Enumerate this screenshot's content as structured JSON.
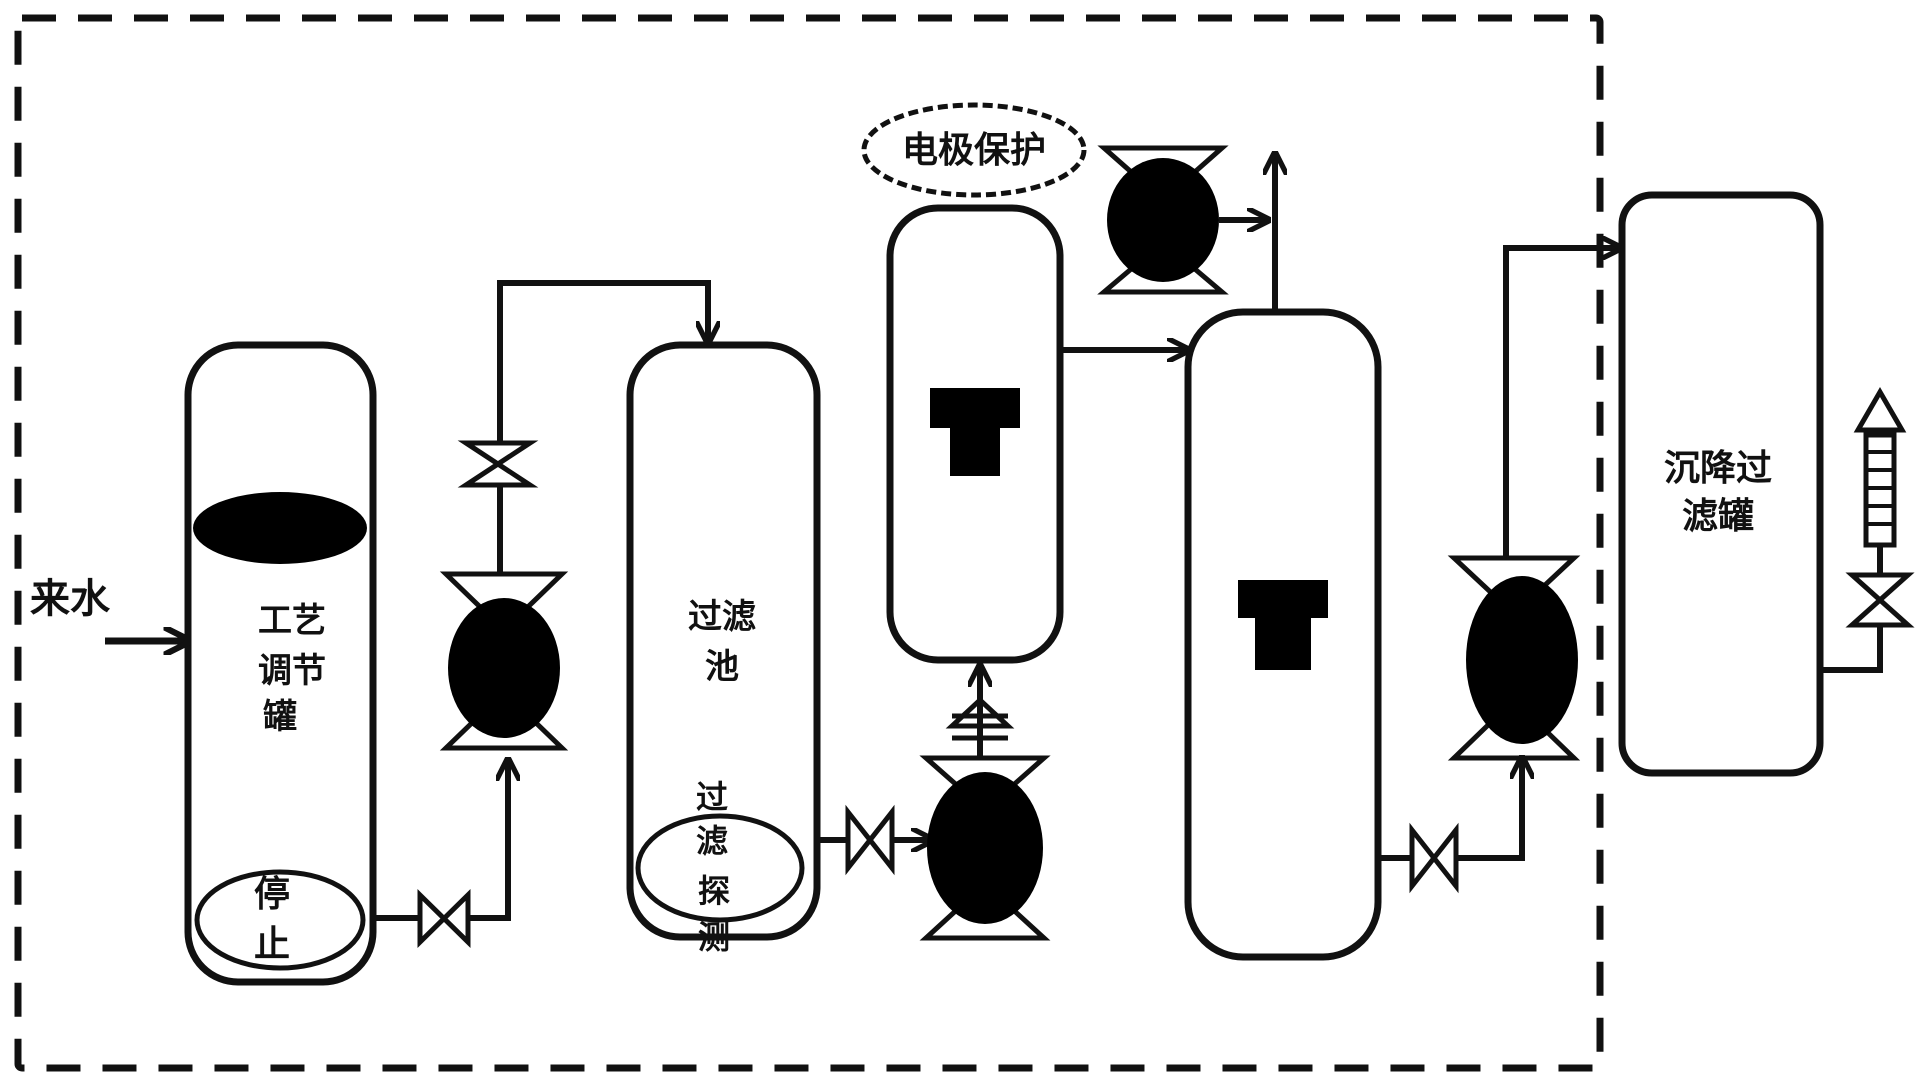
{
  "labels": {
    "inlet": "来水",
    "tank1_line1": "工艺",
    "tank1_line2": "调节",
    "tank1_line3": "罐",
    "tank1_bottom_line1": "停",
    "tank1_bottom_line2": "止",
    "tank2_line1": "过滤",
    "tank2_line2": "池",
    "tank2_bottom_line1": "过",
    "tank2_bottom_line2": "滤",
    "tank2_bottom_line3": "探",
    "tank2_bottom_line4": "测",
    "electrode_label": "电极保护",
    "tank5_line1": "沉降过",
    "tank5_line2": "滤罐"
  },
  "colors": {
    "stroke": "#111111",
    "background": "#ffffff",
    "fill": "#000000"
  }
}
